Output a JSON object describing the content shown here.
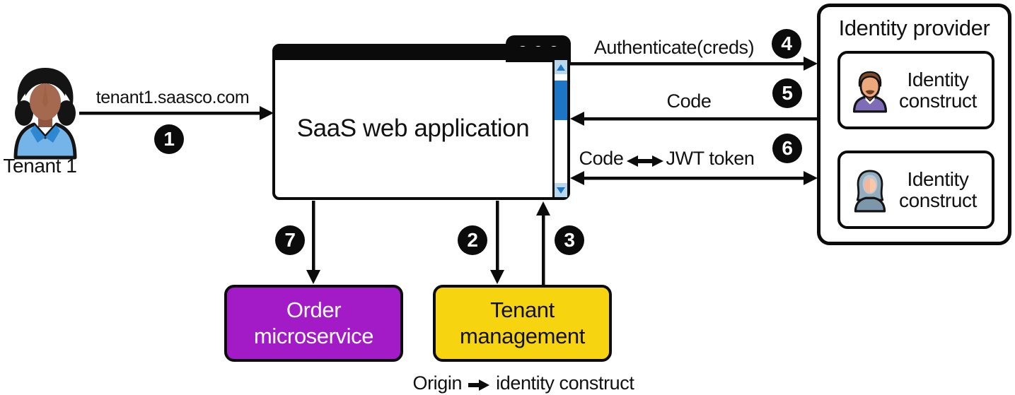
{
  "colors": {
    "outline": "#0b0b0b",
    "order_box_purple": "#a21bc7",
    "tenant_box_yellow": "#f7d410",
    "scrollbar_blue": "#1c76c5",
    "scrollbar_button_light_blue": "#b9d6ef",
    "tenant_shirt_blue": "#74b4e8",
    "idp_sweater_purple": "#7e6cb8",
    "hijab_blue_gray": "#93acbe"
  },
  "tenant": {
    "label": "Tenant 1"
  },
  "step1": {
    "url_label": "tenant1.saasco.com",
    "badge": "1"
  },
  "browser": {
    "title": "SaaS web application"
  },
  "flows": {
    "authenticate": {
      "label": "Authenticate(creds)",
      "badge": "4"
    },
    "code": {
      "label": "Code",
      "badge": "5"
    },
    "token_exchange": {
      "label_left": "Code",
      "label_right": "JWT token",
      "badge": "6"
    }
  },
  "identity_provider": {
    "title": "Identity provider",
    "constructs": [
      {
        "label": "Identity construct",
        "icon": "man-avatar"
      },
      {
        "label": "Identity construct",
        "icon": "hijab-woman-avatar"
      }
    ]
  },
  "services": {
    "order": {
      "line1": "Order",
      "line2": "microservice",
      "badge": "7"
    },
    "tenant_mgmt": {
      "line1": "Tenant",
      "line2": "management",
      "badge_down": "2",
      "badge_up": "3"
    }
  },
  "caption": {
    "left": "Origin",
    "right": "identity construct"
  }
}
